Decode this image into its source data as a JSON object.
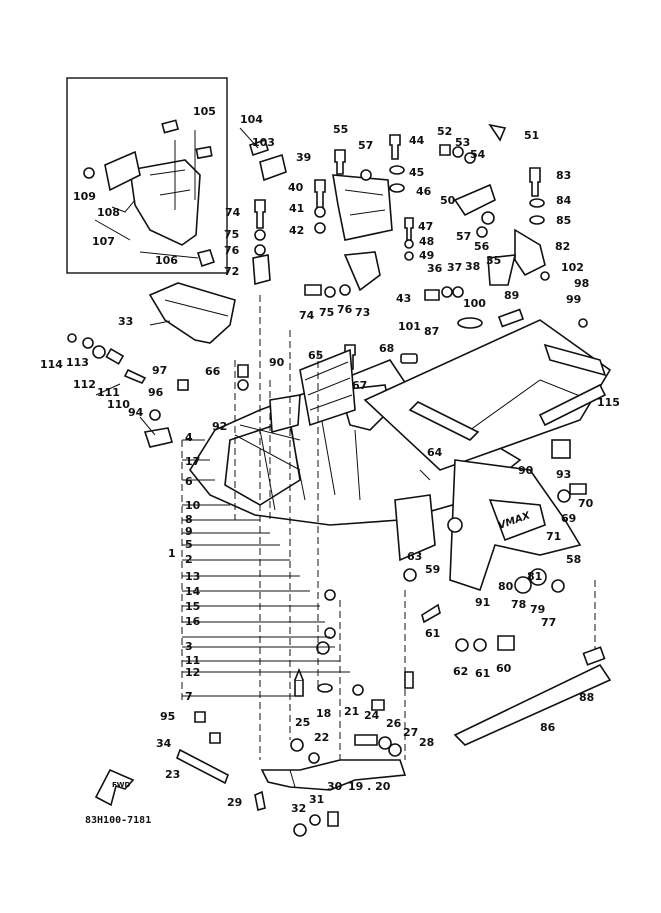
{
  "diagram": {
    "code": "83H100-7181",
    "fwd_label": "FWD",
    "logo_text": "VMAX",
    "labels": [
      "1",
      "2",
      "3",
      "4",
      "5",
      "6",
      "7",
      "8",
      "9",
      "10",
      "11",
      "12",
      "13",
      "14",
      "15",
      "16",
      "17",
      "18",
      "19 . 20",
      "21",
      "22",
      "23",
      "24",
      "25",
      "26",
      "27",
      "28",
      "29",
      "30",
      "31",
      "32",
      "33",
      "34",
      "35",
      "36",
      "37",
      "38",
      "39",
      "40",
      "41",
      "42",
      "43",
      "44",
      "45",
      "46",
      "47",
      "48",
      "49",
      "50",
      "51",
      "52",
      "53",
      "54",
      "55",
      "56",
      "57",
      "58",
      "59",
      "60",
      "61",
      "62",
      "63",
      "64",
      "65",
      "66",
      "67",
      "68",
      "69",
      "70",
      "71",
      "72",
      "73",
      "74",
      "75",
      "76",
      "77",
      "78",
      "79",
      "80",
      "81",
      "82",
      "83",
      "84",
      "85",
      "86",
      "87",
      "88",
      "89",
      "90",
      "91",
      "92",
      "93",
      "94",
      "95",
      "96",
      "97",
      "98",
      "99",
      "100",
      "101",
      "102",
      "103",
      "104",
      "105",
      "106",
      "107",
      "108",
      "109",
      "110",
      "111",
      "112",
      "113",
      "114",
      "115"
    ]
  }
}
